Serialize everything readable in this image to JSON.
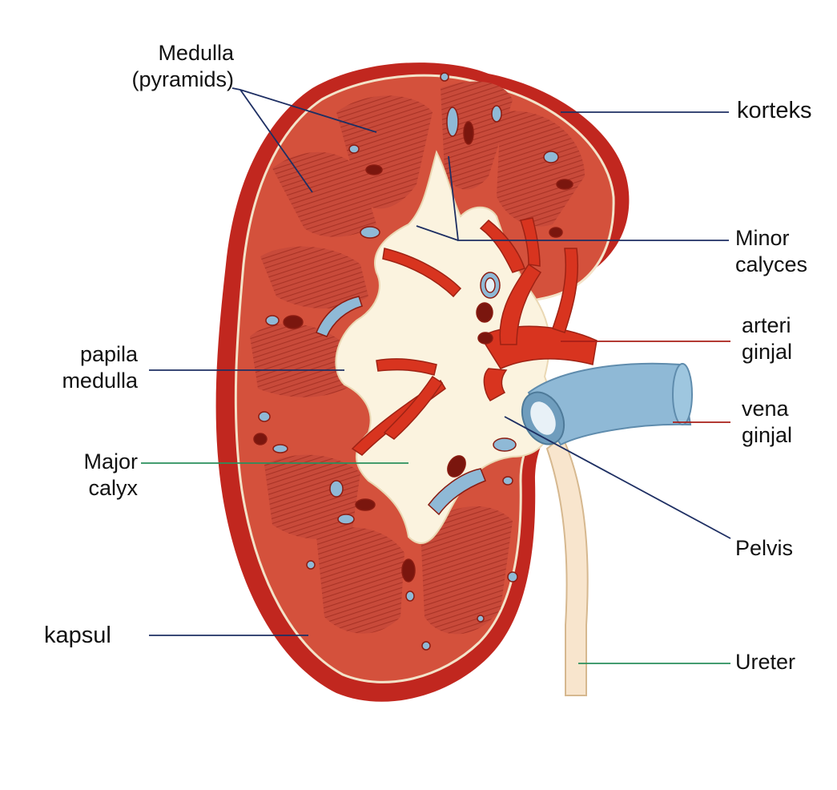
{
  "labels": {
    "medulla": [
      "Medulla",
      "(pyramids)"
    ],
    "korteks": "korteks",
    "minor": [
      "Minor",
      "calyces"
    ],
    "arteri": [
      "arteri",
      "ginjal"
    ],
    "vena": [
      "vena",
      "ginjal"
    ],
    "pelvis": "Pelvis",
    "ureter": "Ureter",
    "papila": [
      "papila",
      "medulla"
    ],
    "major": [
      "Major",
      "calyx"
    ],
    "kapsul": "kapsul"
  },
  "colors": {
    "capsule": "#c1271f",
    "cortex": "#d4513c",
    "pyramid": "#c84a3a",
    "pelvis_fill": "#fbf3df",
    "artery": "#d8341f",
    "vein": "#8fb9d6",
    "ureter": "#f8e5cd",
    "leader_dark": "#1e2f63",
    "leader_red": "#a81e17",
    "leader_green": "#2a8f5c"
  }
}
